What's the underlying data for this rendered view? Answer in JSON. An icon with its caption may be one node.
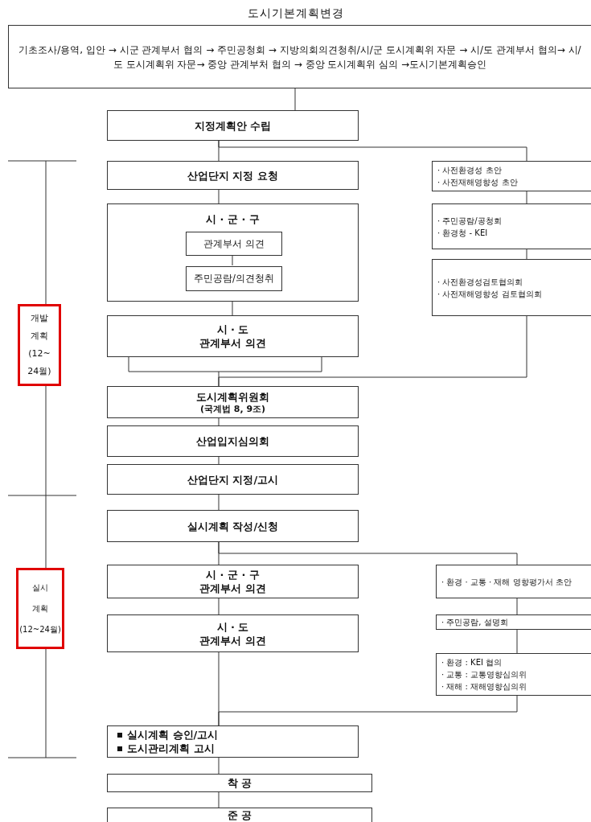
{
  "diagram": {
    "title": "도시기본계획변경",
    "nodes": [
      {
        "text": [
          "기초조사/용역, 입안 → 시군 관계부서 협의 → 주민공청회 → 지방의회의견청취/시/군 도시계획위 자문 → 시/도 관계부서 협의→ 시/도 도시계획위 자문→ 중앙 관계부처 협의 → 중앙 도시계획위 심의 →도시기본계획승인"
        ]
      },
      {
        "text": [
          "지정계획안 수립"
        ]
      },
      {
        "text": [
          "산업단지 지정 요청"
        ]
      },
      {
        "text": [
          "시 · 군 · 구"
        ]
      },
      {
        "text": [
          "관계부서 의견"
        ],
        "in": 3
      },
      {
        "text": [
          "주민공람/의견청취"
        ],
        "in": 3
      },
      {
        "text": [
          "시 · 도 관계부서 의견"
        ]
      },
      {
        "text": [
          "도시계획위원회",
          "(국계법 8, 9조)"
        ]
      },
      {
        "text": [
          "산업입지심의회"
        ]
      },
      {
        "text": [
          "산업단지 지정/고시"
        ]
      },
      {
        "text": [
          "실시계획 작성/신청"
        ]
      },
      {
        "text": [
          "시 · 군 · 구 관계부서 의견"
        ]
      },
      {
        "text": [
          "시 · 도 관계부서 의견"
        ]
      },
      {
        "text": [
          "실시계획 승인/고시",
          "도시관리계획 고시"
        ]
      },
      {
        "text": [
          "착 공"
        ]
      },
      {
        "text": [
          "준 공"
        ]
      },
      {
        "text": [
          "· 사전환경성 초안",
          "· 사전재해영향성 초안"
        ]
      },
      {
        "text": [
          "· 주민공람/공청회",
          "· 환경청 - KEI"
        ]
      },
      {
        "text": [
          "· 사전환경성검토협의회",
          "· 사전재해영향성 검토협의회"
        ]
      },
      {
        "text": [
          "· 환경 · 교통 · 재해 영향평가서 초안"
        ]
      },
      {
        "text": [
          "· 주민공람, 설명회"
        ]
      },
      {
        "text": [
          "· 환경 : KEI 협의",
          "· 교통 : 교통영향심의위",
          "· 재해 : 재해영향심의위"
        ]
      },
      {
        "text": [
          "개발 계획 (12~24월)"
        ]
      },
      {
        "text": [
          "실시 계획 (12~24월)"
        ]
      }
    ],
    "edges": [
      {
        "from": 0,
        "to": 1,
        "arrow": "none"
      },
      {
        "from": 1,
        "to": 2,
        "arrow": "none"
      },
      {
        "from": 1,
        "to": 16,
        "arrow": "none"
      },
      {
        "from": 2,
        "to": 3,
        "arrow": "none"
      },
      {
        "from": 4,
        "to": 5,
        "arrow": "none"
      },
      {
        "from": 3,
        "to": 6,
        "arrow": "none"
      },
      {
        "from": 16,
        "to": 17,
        "arrow": "none"
      },
      {
        "from": 17,
        "to": 18,
        "arrow": "none"
      },
      {
        "from": 6,
        "to": 7,
        "arrow": "none"
      },
      {
        "from": 18,
        "to": 7,
        "arrow": "none"
      },
      {
        "from": 7,
        "to": 8,
        "arrow": "none"
      },
      {
        "from": 8,
        "to": 9,
        "arrow": "none"
      },
      {
        "from": 9,
        "to": 10,
        "arrow": "none"
      },
      {
        "from": 10,
        "to": 11,
        "arrow": "none"
      },
      {
        "from": 10,
        "to": 19,
        "arrow": "none"
      },
      {
        "from": 19,
        "to": 20,
        "arrow": "none"
      },
      {
        "from": 20,
        "to": 21,
        "arrow": "none"
      },
      {
        "from": 11,
        "to": 12,
        "arrow": "none"
      },
      {
        "from": 12,
        "to": 13,
        "arrow": "none"
      },
      {
        "from": 21,
        "to": 13,
        "arrow": "none"
      },
      {
        "from": 13,
        "to": 14,
        "arrow": "none"
      },
      {
        "from": 14,
        "to": 15,
        "arrow": "none"
      }
    ]
  }
}
